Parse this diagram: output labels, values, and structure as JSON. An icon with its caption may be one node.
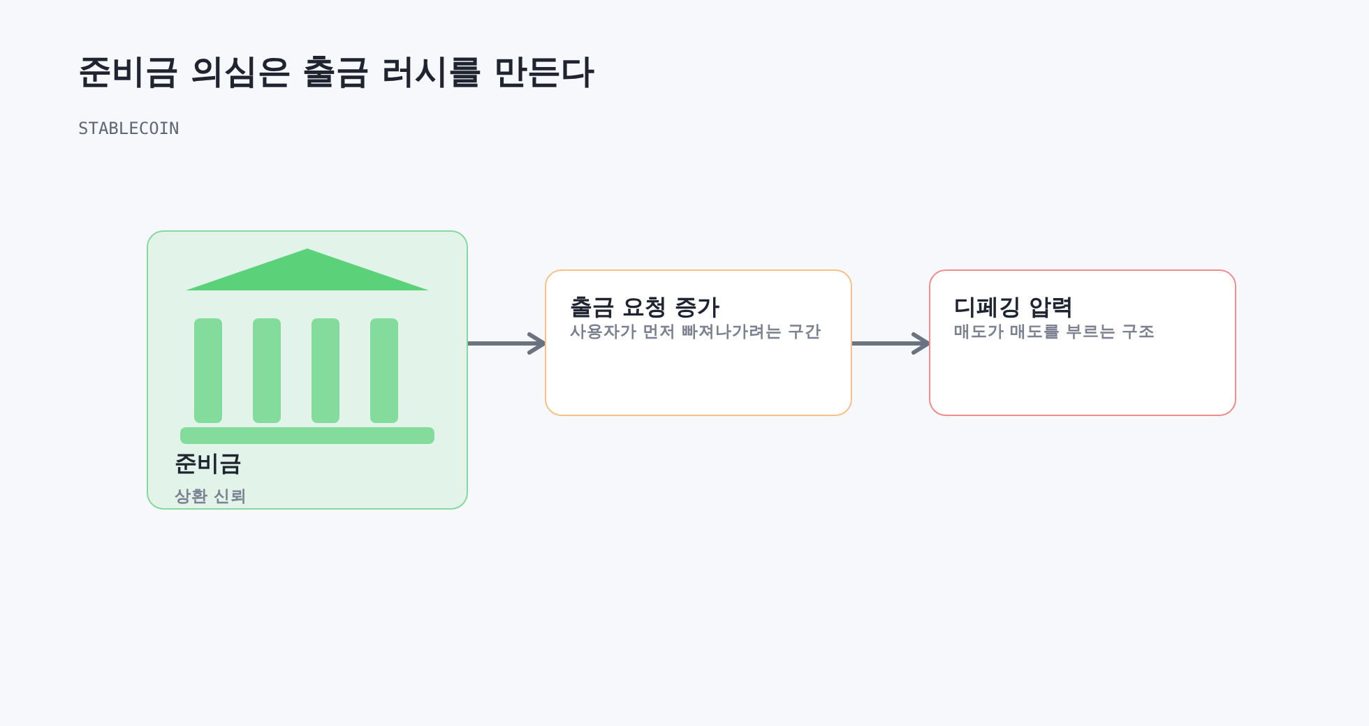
{
  "diagram": {
    "title": "준비금 의심은 출금 러시를 만든다",
    "nodes": [
      {
        "text": [
          "준비금",
          "상환 신뢰"
        ]
      },
      {
        "text": [
          "출금 요청 증가",
          "사용자가 먼저 빠져나가려는 구간"
        ]
      },
      {
        "text": [
          "디페깅 압력",
          "매도가 매도를 부르는 구조"
        ]
      }
    ],
    "edges": [
      {
        "from": 0,
        "to": 1,
        "arrow": "to"
      },
      {
        "from": 1,
        "to": 2,
        "arrow": "to"
      }
    ],
    "labels": [
      "STABLECOIN"
    ]
  }
}
